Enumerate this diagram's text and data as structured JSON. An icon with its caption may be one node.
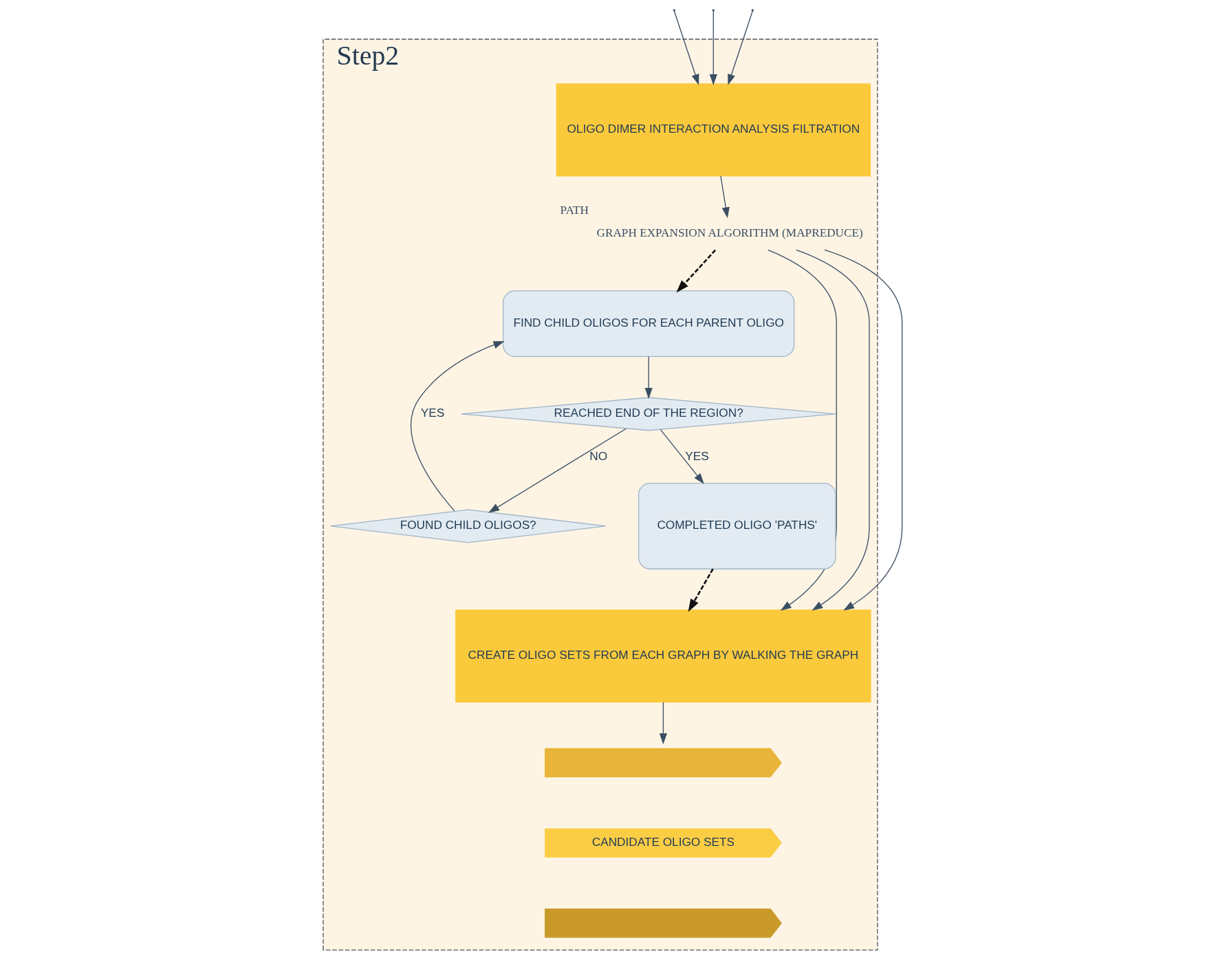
{
  "diagram": {
    "nodes": [
      {
        "text": [
          "Step2"
        ]
      },
      {
        "text": [
          "OLIGO DIMER INTERACTION ANALYSIS FILTRATION"
        ],
        "in": 0
      },
      {
        "text": [
          "GRAPH EXPANSION ALGORITHM (MAPREDUCE)"
        ],
        "beside": [
          "PATH"
        ],
        "in": 0
      },
      {
        "text": [
          "FIND CHILD OLIGOS FOR EACH PARENT OLIGO"
        ],
        "in": 0
      },
      {
        "text": [
          "REACHED END OF THE REGION?"
        ],
        "in": 0
      },
      {
        "text": [
          "FOUND CHILD OLIGOS?"
        ],
        "in": 0
      },
      {
        "text": [
          "COMPLETED OLIGO 'PATHS'"
        ],
        "in": 0
      },
      {
        "text": [
          "CREATE OLIGO SETS FROM EACH GRAPH BY WALKING THE GRAPH"
        ],
        "in": 0
      },
      {
        "text": [],
        "shape": "chevron",
        "in": 0
      },
      {
        "text": [
          "CANDIDATE OLIGO SETS"
        ],
        "in": 0
      },
      {
        "text": [],
        "shape": "chevron",
        "in": 0
      }
    ],
    "edges": [
      {
        "from": null,
        "to": 1,
        "arrow": "to"
      },
      {
        "from": null,
        "to": 1,
        "arrow": "to"
      },
      {
        "from": null,
        "to": 1,
        "arrow": "to"
      },
      {
        "from": 1,
        "to": 2,
        "arrow": "to"
      },
      {
        "from": 2,
        "to": 3,
        "arrow": "to",
        "style": "dashed",
        "color": "#111111"
      },
      {
        "from": 2,
        "to": 7,
        "arrow": "to"
      },
      {
        "from": 2,
        "to": 7,
        "arrow": "to"
      },
      {
        "from": 2,
        "to": 7,
        "arrow": "to"
      },
      {
        "from": 3,
        "to": 4,
        "arrow": "to"
      },
      {
        "from": 4,
        "to": 5,
        "arrow": "to",
        "label": "NO"
      },
      {
        "from": 4,
        "to": 6,
        "arrow": "to",
        "label": "YES"
      },
      {
        "from": 5,
        "to": 3,
        "arrow": "to",
        "label": "YES"
      },
      {
        "from": 6,
        "to": 7,
        "arrow": "to",
        "style": "dashed",
        "color": "#111111"
      },
      {
        "from": 7,
        "to": 8,
        "arrow": "to"
      }
    ]
  }
}
